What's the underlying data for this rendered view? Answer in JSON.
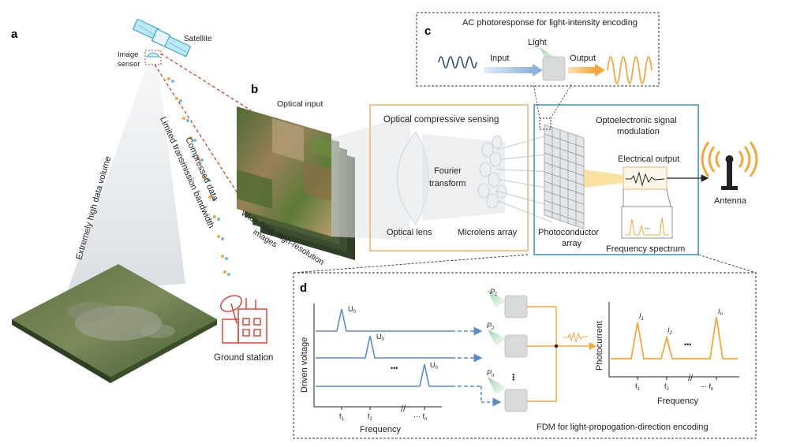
{
  "panels": {
    "a": "a",
    "b": "b",
    "c": "c",
    "d": "d"
  },
  "panel_a": {
    "satellite": "Satellite",
    "image_sensor_1": "Image",
    "image_sensor_2": "sensor",
    "data_volume": "Extremely high data volume",
    "bandwidth": "Limited transmission bandwidth",
    "compressed": "Compressed data",
    "ground_station": "Ground station"
  },
  "panel_b": {
    "optical_input": "Optical input",
    "images_1": "Wide-field, high-resolution",
    "images_2": "images",
    "ocs_title": "Optical compressive sensing",
    "fourier_1": "Fourier",
    "fourier_2": "transform",
    "optical_lens": "Optical lens",
    "microlens": "Microlens array",
    "photoconductor_1": "Photoconductor",
    "photoconductor_2": "array",
    "osm_1": "Optoelectronic signal",
    "osm_2": "modulation",
    "electrical_output": "Electrical output",
    "frequency_spectrum": "Frequency spectrum",
    "spectrum_dots": "...",
    "antenna": "Antenna"
  },
  "panel_c": {
    "title": "AC photoresponse for light-intensity encoding",
    "light": "Light",
    "input": "Input",
    "output": "Output"
  },
  "panel_d": {
    "ylabel_left": "Driven voltage",
    "xlabel_left": "Frequency",
    "peak_label": "U",
    "peak_sub": "0",
    "freq_1": "f",
    "freq_1_sub": "1",
    "freq_2": "f",
    "freq_2_sub": "2",
    "freq_n": "f",
    "freq_n_sub": "n",
    "ellipsis": "•••",
    "p1": "P",
    "p1_sub": "1",
    "p2": "P",
    "p2_sub": "2",
    "pn": "P",
    "pn_sub": "n",
    "ylabel_right": "Photocurrent",
    "xlabel_right": "Frequency",
    "i1": "I",
    "i1_sub": "1",
    "i2": "I",
    "i2_sub": "2",
    "in": "I",
    "in_sub": "n",
    "footer": "FDM for light-propogation-direction encoding"
  },
  "colors": {
    "blue_wave": "#2b4a70",
    "orange": "#f3a83a",
    "panel_b_orange": "#f0b26a",
    "panel_b_blue": "#3a8fbf",
    "dashed_red": "#c0392b",
    "light_blue_line": "#5b8cc7"
  }
}
